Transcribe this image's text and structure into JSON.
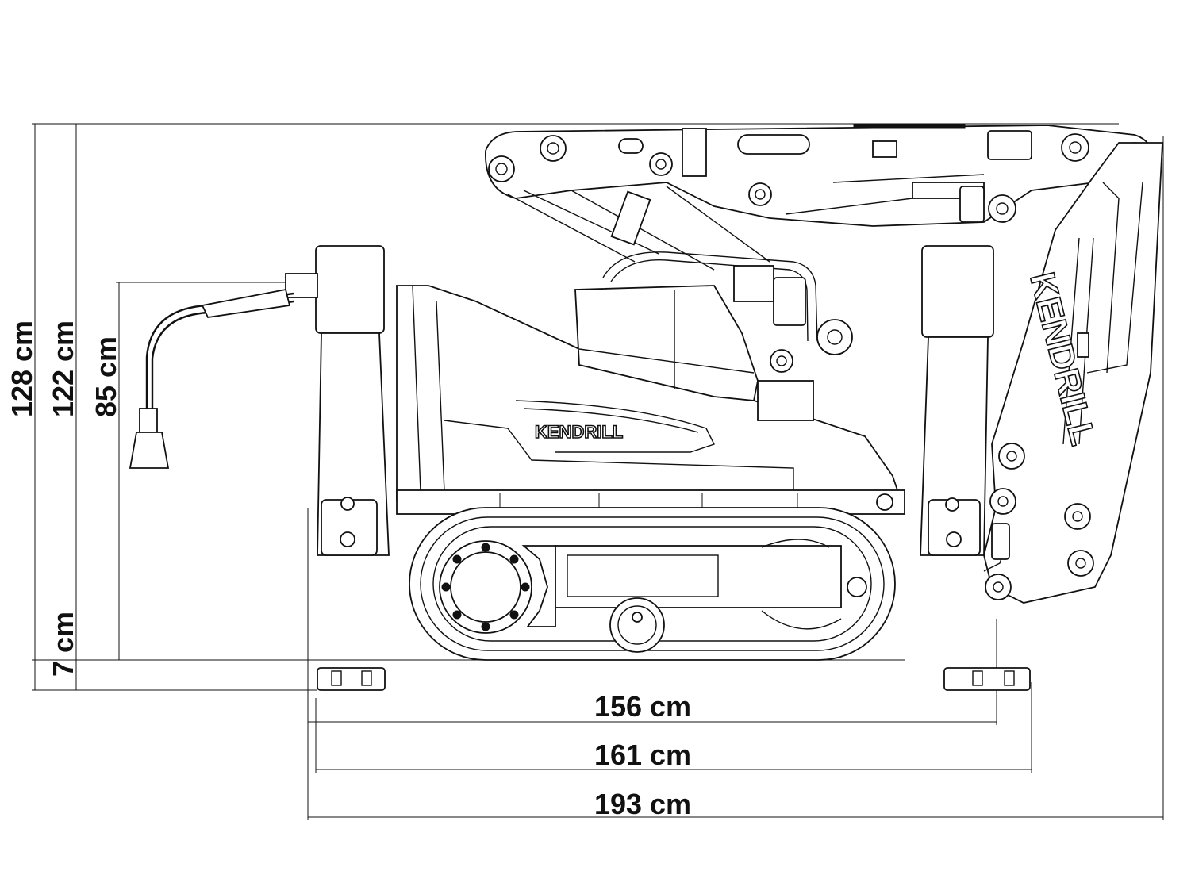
{
  "brand": {
    "body_logo": "KENDRILL",
    "boom_logo": "KENDRILL"
  },
  "dimensions": {
    "vertical": [
      {
        "label": "128 cm",
        "value_cm": 128
      },
      {
        "label": "122 cm",
        "value_cm": 122
      },
      {
        "label": "85 cm",
        "value_cm": 85
      },
      {
        "label": "7 cm",
        "value_cm": 7
      }
    ],
    "horizontal": [
      {
        "label": "156 cm",
        "value_cm": 156
      },
      {
        "label": "161 cm",
        "value_cm": 161
      },
      {
        "label": "193 cm",
        "value_cm": 193
      }
    ]
  },
  "colors": {
    "line": "#111111",
    "background": "#ffffff"
  }
}
